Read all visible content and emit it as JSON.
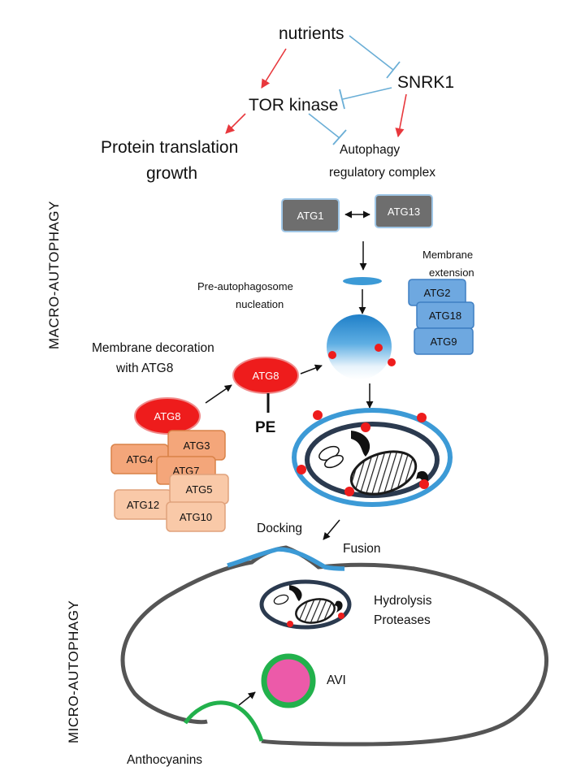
{
  "colors": {
    "activation_arrow": "#e8383d",
    "inhibition_line": "#6aaed6",
    "atg1_box": "#6e6e6e",
    "atg8_red": "#ee1c1c",
    "membrane_blue": "#3c9ad6",
    "conj_orange": "#f4a67a",
    "conj_light": "#f9c9a8",
    "avi_pink": "#ec5aa9",
    "avi_ring": "#22b14c",
    "vacuole_grey": "#555555"
  },
  "labels": {
    "side_macro": "MACRO-AUTOPHAGY",
    "side_micro": "MICRO-AUTOPHAGY",
    "nutrients": "nutrients",
    "snrk1": "SNRK1",
    "tor_kinase": "TOR kinase",
    "protein_translation": "Protein translation",
    "growth": "growth",
    "autophagy_line1": "Autophagy",
    "autophagy_line2": "regulatory complex",
    "atg1": "ATG1",
    "atg13": "ATG13",
    "membrane_extension_line1": "Membrane",
    "membrane_extension_line2": "extension",
    "atg2": "ATG2",
    "atg18": "ATG18",
    "atg9": "ATG9",
    "pre_auto_line1": "Pre-autophagosome",
    "pre_auto_line2": "nucleation",
    "membrane_decoration_line1": "Membrane decoration",
    "membrane_decoration_line2": "with ATG8",
    "atg8_top": "ATG8",
    "pe": "PE",
    "atg8_left": "ATG8",
    "atg4": "ATG4",
    "atg3": "ATG3",
    "atg7": "ATG7",
    "atg12": "ATG12",
    "atg5": "ATG5",
    "atg10": "ATG10",
    "docking": "Docking",
    "fusion": "Fusion",
    "hydrolysis": "Hydrolysis",
    "proteases": "Proteases",
    "avi": "AVI",
    "anthocyanins": "Anthocyanins"
  }
}
